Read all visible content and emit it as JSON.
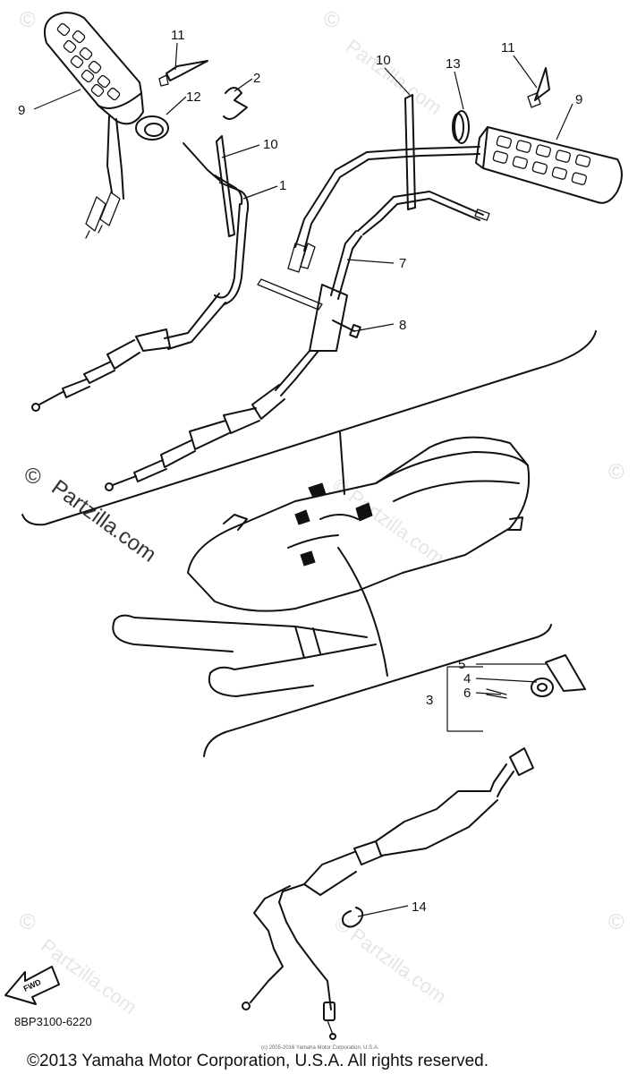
{
  "diagram": {
    "drawing_code": "8BP3100-6220",
    "copyright": "©2013 Yamaha Motor Corporation, U.S.A. All rights reserved.",
    "small_print": "(c) 2005-2016 Yamaha Motor Corporation, U.S.A.",
    "fwd_label": "FWD",
    "watermarks": {
      "symbol": "©",
      "site": "Partzilla.com",
      "site_faint": "© Partzilla.com"
    },
    "callouts": [
      {
        "id": "c11a",
        "text": "11"
      },
      {
        "id": "c9a",
        "text": "9"
      },
      {
        "id": "c12",
        "text": "12"
      },
      {
        "id": "c2",
        "text": "2"
      },
      {
        "id": "c10a",
        "text": "10"
      },
      {
        "id": "c1",
        "text": "1"
      },
      {
        "id": "c10b",
        "text": "10"
      },
      {
        "id": "c13",
        "text": "13"
      },
      {
        "id": "c11b",
        "text": "11"
      },
      {
        "id": "c9b",
        "text": "9"
      },
      {
        "id": "c7",
        "text": "7"
      },
      {
        "id": "c8",
        "text": "8"
      },
      {
        "id": "c5",
        "text": "5"
      },
      {
        "id": "c4",
        "text": "4"
      },
      {
        "id": "c3",
        "text": "3"
      },
      {
        "id": "c6",
        "text": "6"
      },
      {
        "id": "c14",
        "text": "14"
      }
    ]
  }
}
